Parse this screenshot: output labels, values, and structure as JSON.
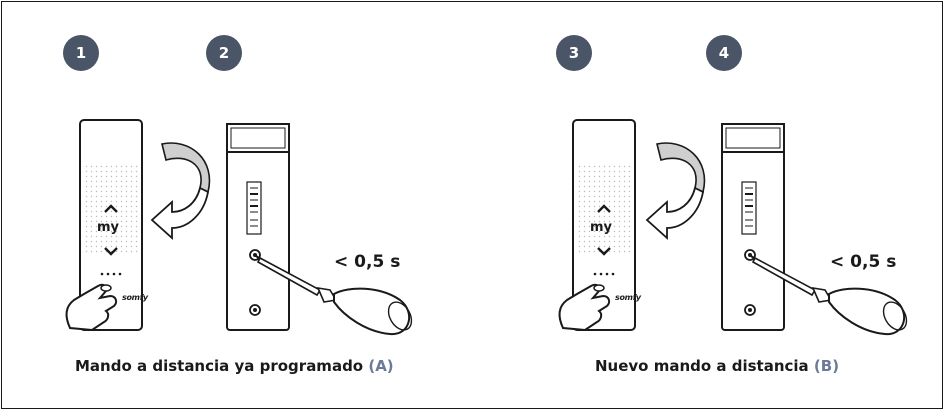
{
  "steps": [
    "1",
    "2",
    "3",
    "4"
  ],
  "remote_labels": {
    "my": "my",
    "brand": "somfy"
  },
  "timing": {
    "left": "< 0,5 s",
    "right": "< 0,5 s"
  },
  "captions": {
    "left": {
      "text": "Mando a distancia ya programado",
      "tag": "(A)"
    },
    "right": {
      "text": "Nuevo mando a distancia",
      "tag": "(B)"
    }
  },
  "colors": {
    "badge": "#4a5568",
    "tag": "#6b7a99",
    "ink": "#1a1a1a"
  }
}
